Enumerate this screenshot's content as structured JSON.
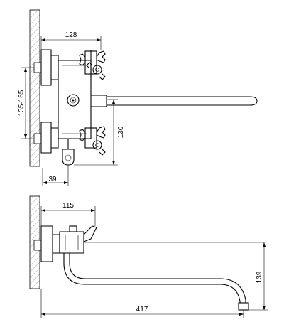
{
  "dimensions": {
    "top_width": "128",
    "top_height_range": "135-165",
    "top_height": "130",
    "top_offset": "39",
    "bottom_width": "115",
    "bottom_height": "139",
    "total_length": "417"
  },
  "colors": {
    "line": "#000000",
    "hatch": "#555555",
    "background": "#ffffff"
  }
}
